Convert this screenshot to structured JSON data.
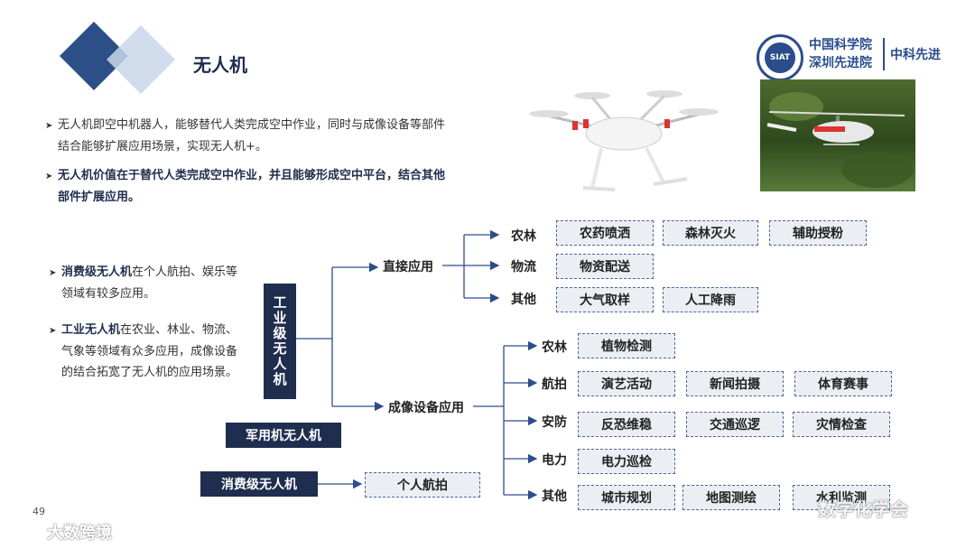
{
  "title": "无人机",
  "logo": {
    "circle_text": "SIAT",
    "line1": "中国科学院",
    "line2": "深圳先进院",
    "right": "中科先进"
  },
  "intro": {
    "b1_line1": "无人机即空中机器人，能够替代人类完成空中作业，同时与成像设备等部件",
    "b1_line2": "结合能够扩展应用场景，实现无人机+。",
    "b2_line1": "无人机价值在于替代人类完成空中作业，并且能够形成空中平台，结合其他",
    "b2_line2": "部件扩展应用。"
  },
  "side": {
    "c_bold": "消费级无人机",
    "c_rest": "在个人航拍、娱乐等",
    "c_line2": "领域有较多应用。",
    "i_bold": "工业无人机",
    "i_rest": "在农业、林业、物流、",
    "i_line2": "气象等领域有众多应用，成像设备",
    "i_line3": "的结合拓宽了无人机的应用场景。"
  },
  "tree": {
    "industrial": "工业级无人机",
    "military": "军用机无人机",
    "consumer": "消费级无人机",
    "personal": "个人航拍",
    "direct": "直接应用",
    "imaging": "成像设备应用",
    "d_agri": "农林",
    "d_logi": "物流",
    "d_other": "其他",
    "d_items": [
      "农药喷洒",
      "森林灭火",
      "辅助授粉",
      "物资配送",
      "大气取样",
      "人工降雨"
    ],
    "i_agri": "农林",
    "i_photo": "航拍",
    "i_sec": "安防",
    "i_power": "电力",
    "i_other": "其他",
    "i_items": [
      "植物检测",
      "演艺活动",
      "新闻拍摄",
      "体育赛事",
      "反恐维稳",
      "交通巡逻",
      "灾情检查",
      "电力巡检",
      "城市规划",
      "地图测绘",
      "水利监测"
    ]
  },
  "page_number": "49",
  "watermarks": [
    "大数跨境",
    "数字化学会"
  ],
  "colors": {
    "navy": "#1f2d4f",
    "accent": "#2b4d8c",
    "box_fill": "#eceef3"
  }
}
